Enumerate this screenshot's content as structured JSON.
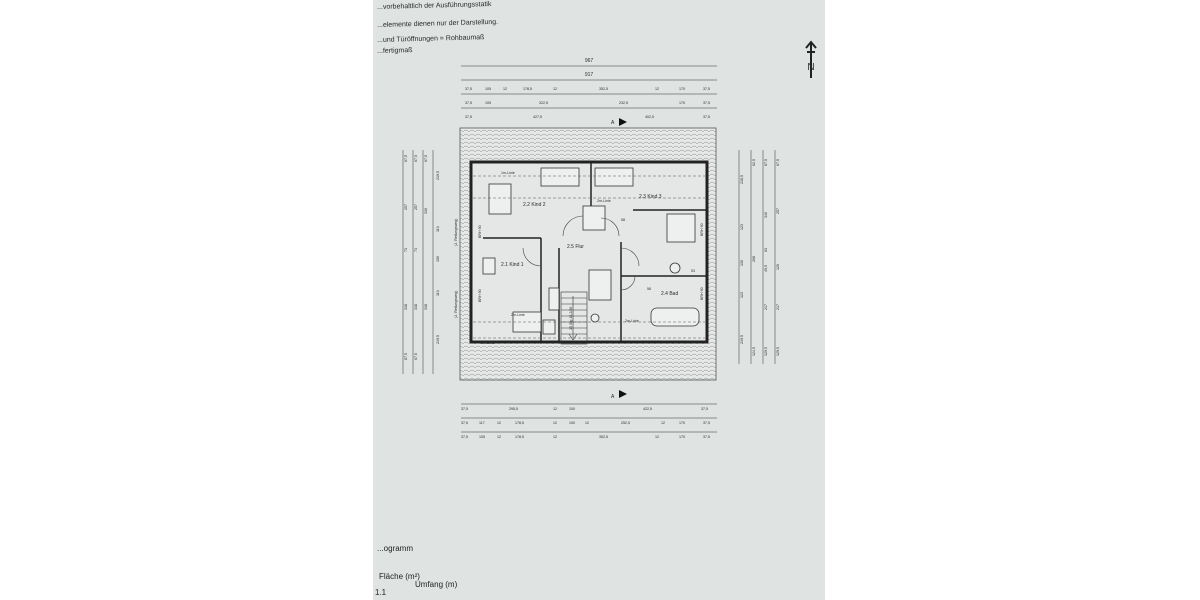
{
  "header": {
    "line1": "...vorbehaltlich der Ausführungsstatik",
    "line2": "...elemente dienen nur der Darstellung.",
    "line3": "...und Türöffnungen = Rohbaumaß",
    "line4": "...fertigmaß"
  },
  "north_label": "N",
  "section_marker": "A",
  "rooms": {
    "kind2": "2.2 Kind 2",
    "kind3": "2.3 Kind 3",
    "kind1": "2.1 Kind 1",
    "flur": "2.5 Flur",
    "bad": "2.4 Bad"
  },
  "lines": {
    "l1m_top": "1m-Linie",
    "l2m_top": "2m-Linie",
    "l2m_mid": "2m-Linie",
    "l2m_right": "2m-Linie",
    "l1m_bottom": "1m-Linie"
  },
  "labels": {
    "brh_left_top": "BRH 90",
    "brh_left_bot": "BRH 90",
    "brh_right_top": "BRH 90",
    "brh_right_bot": "BRH 90",
    "rettung_top": "(2. Rettungsweg)",
    "rettung_bot": "(2. Rettungsweg)",
    "stairs": "15 Stg 18,2/26",
    "inner_58a": "58",
    "inner_58b": "58",
    "inner_53": "53"
  },
  "dims": {
    "top_total": "967",
    "top_row1": [
      "917"
    ],
    "top_row2": [
      "37,5",
      "105",
      "12",
      "178,5",
      "12",
      "352,5",
      "12",
      "170",
      "37,5"
    ],
    "top_row3": [
      "37,5",
      "105",
      "322,5",
      "232,5",
      "170",
      "37,5"
    ],
    "top_row4": [
      "37,5",
      "427,5",
      "402,5",
      "37,5"
    ],
    "bottom_row1": [
      "37,5",
      "295,5",
      "12",
      "100",
      "422,5",
      "37,5"
    ],
    "bottom_row2": [
      "37,5",
      "117",
      "12",
      "178,5",
      "12",
      "100",
      "12",
      "252,5",
      "12",
      "170",
      "37,5"
    ],
    "bottom_row3": [
      "37,5",
      "105",
      "12",
      "178,5",
      "12",
      "352,5",
      "12",
      "170",
      "37,5"
    ],
    "left_col1": [
      "219,5",
      "113",
      "150",
      "113",
      "219,5"
    ],
    "left_col2": [
      "67,5",
      "330",
      "338"
    ],
    "left_col3": [
      "67,5",
      "257",
      "73",
      "338",
      "67,5"
    ],
    "left_col4": [
      "67,5",
      "257",
      "73",
      "338",
      "87,5"
    ],
    "right_col1": [
      "218,5",
      "123",
      "130",
      "123",
      "219,5"
    ],
    "right_col2": [
      "62,5",
      "268",
      "124,5"
    ],
    "right_col3": [
      "87,5",
      "340",
      "63",
      "49,5",
      "217",
      "129,5"
    ],
    "right_col4": [
      "67,5",
      "257",
      "120",
      "217",
      "129,5"
    ]
  },
  "table": {
    "title": "...ogramm",
    "col_area": "Fläche (m²)",
    "col_perimeter": "Umfang (m)",
    "row1": "1.1"
  }
}
